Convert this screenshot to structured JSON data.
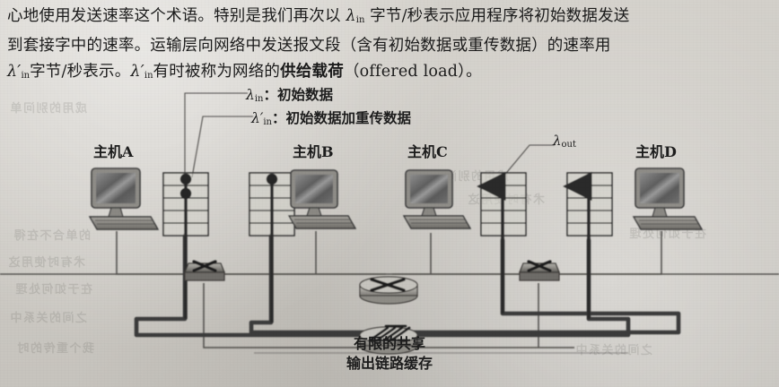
{
  "paragraph": {
    "line1_a": "心地使用发送速率这个术语。特别是我们再次以 ",
    "line1_lam": "λ",
    "line1_sub": "in",
    "line1_b": " 字节/秒表示应用程序将初始数据发送",
    "line2": "到套接字中的速率。运输层向网络中发送报文段（含有初始数据或重传数据）的速率用",
    "line3_lam": "λ′",
    "line3_sub": "in",
    "line3_a": "字节/秒表示。",
    "line3_lam2": "λ′",
    "line3_sub2": "in",
    "line3_b": "有时被称为网络的",
    "line3_bold": "供给载荷",
    "line3_c": "（offered load）。"
  },
  "figure": {
    "legend": [
      {
        "symbol": "λ",
        "sub": "in",
        "prime": "",
        "text": "：初始数据"
      },
      {
        "symbol": "λ",
        "sub": "in",
        "prime": "′",
        "text": "：初始数据加重传数据"
      }
    ],
    "lambda_out": {
      "symbol": "λ",
      "sub": "out"
    },
    "hosts": [
      {
        "label": "主机A"
      },
      {
        "label": "主机B"
      },
      {
        "label": "主机C"
      },
      {
        "label": "主机D"
      }
    ],
    "caption": {
      "line1": "有限的共享",
      "line2": "输出链路缓存"
    },
    "buffers": [
      {
        "name": "buffer-host-a",
        "dots": 2,
        "arrow": false
      },
      {
        "name": "buffer-host-b",
        "dots": 1,
        "arrow": false
      },
      {
        "name": "buffer-host-c",
        "dots": 0,
        "arrow": true
      },
      {
        "name": "buffer-host-d",
        "dots": 0,
        "arrow": true
      }
    ],
    "switches": [
      {
        "name": "switch-left"
      },
      {
        "name": "switch-right"
      }
    ],
    "routers": [
      {
        "name": "router-top"
      },
      {
        "name": "router-bottom"
      }
    ],
    "colors": {
      "ink": "#2b2b2b",
      "thick_link": "#3a3a3a",
      "thin_link": "#5b5b58",
      "paper": "#cfccc6",
      "device_dark": "#6d6d6d",
      "device_light": "#b9b7b1"
    }
  },
  "ghost_text": [
    {
      "t": "成用的别问单"
    },
    {
      "t": "的单合不在得"
    },
    {
      "t": "术有时使用这"
    },
    {
      "t": "在于如何处理"
    },
    {
      "t": "之间的关系中"
    },
    {
      "t": "我个重传的时"
    }
  ]
}
